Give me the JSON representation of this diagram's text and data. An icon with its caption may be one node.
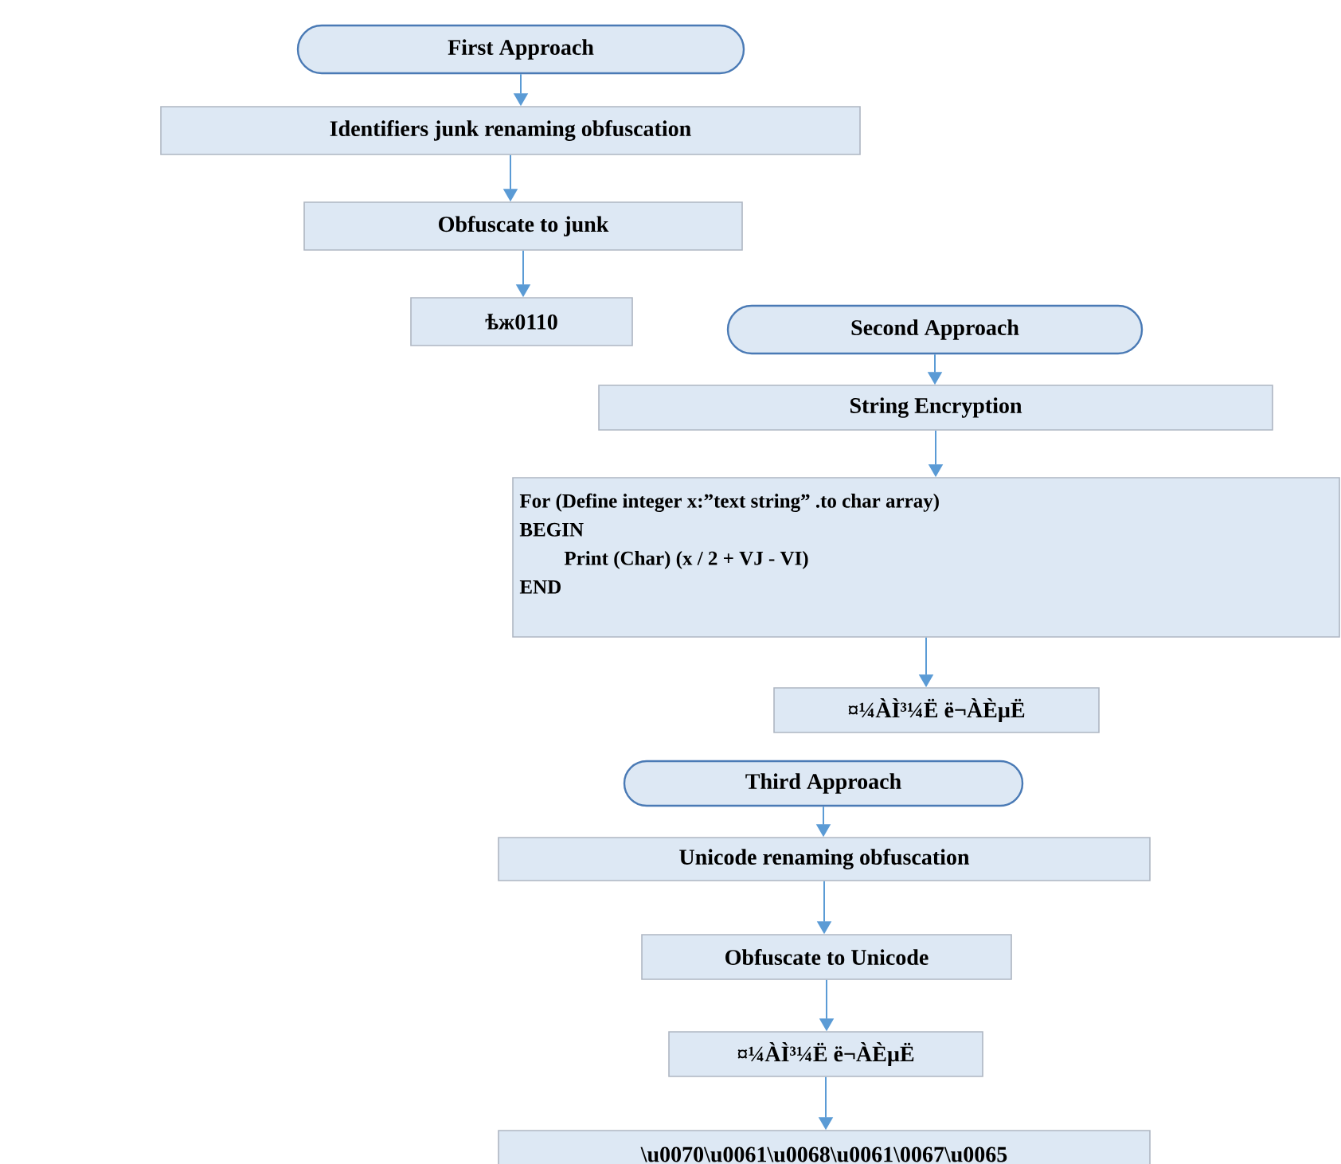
{
  "diagram": {
    "nodes": [
      {
        "text": [
          "First Approach"
        ]
      },
      {
        "text": [
          "Identifiers junk renaming obfuscation"
        ]
      },
      {
        "text": [
          "Obfuscate to junk"
        ]
      },
      {
        "text": [
          "ѣж0110"
        ]
      },
      {
        "text": [
          "Second Approach"
        ]
      },
      {
        "text": [
          "String Encryption"
        ]
      },
      {
        "text": [
          "For (Define integer x:”text string” .to char array)",
          "BEGIN",
          "Print (Char) (x / 2 + VJ - VI)",
          "END"
        ]
      },
      {
        "text": [
          "¤¼ÀÌ³¼Ë ë¬ÀÈµË"
        ]
      },
      {
        "text": [
          "Third Approach"
        ]
      },
      {
        "text": [
          "Unicode renaming obfuscation"
        ]
      },
      {
        "text": [
          "Obfuscate to Unicode"
        ]
      },
      {
        "text": [
          "¤¼ÀÌ³¼Ë ë¬ÀÈµË"
        ]
      },
      {
        "text": [
          "\\u0070\\u0061\\u0068\\u0061\\0067\\u0065"
        ]
      }
    ],
    "edges": [
      {
        "from": 0,
        "to": 1,
        "arrow": "to"
      },
      {
        "from": 1,
        "to": 2,
        "arrow": "to"
      },
      {
        "from": 2,
        "to": 3,
        "arrow": "to"
      },
      {
        "from": 4,
        "to": 5,
        "arrow": "to"
      },
      {
        "from": 5,
        "to": 6,
        "arrow": "to"
      },
      {
        "from": 6,
        "to": 7,
        "arrow": "to"
      },
      {
        "from": 8,
        "to": 9,
        "arrow": "to"
      },
      {
        "from": 9,
        "to": 10,
        "arrow": "to"
      },
      {
        "from": 10,
        "to": 11,
        "arrow": "to"
      },
      {
        "from": 11,
        "to": 12,
        "arrow": "to"
      }
    ]
  }
}
